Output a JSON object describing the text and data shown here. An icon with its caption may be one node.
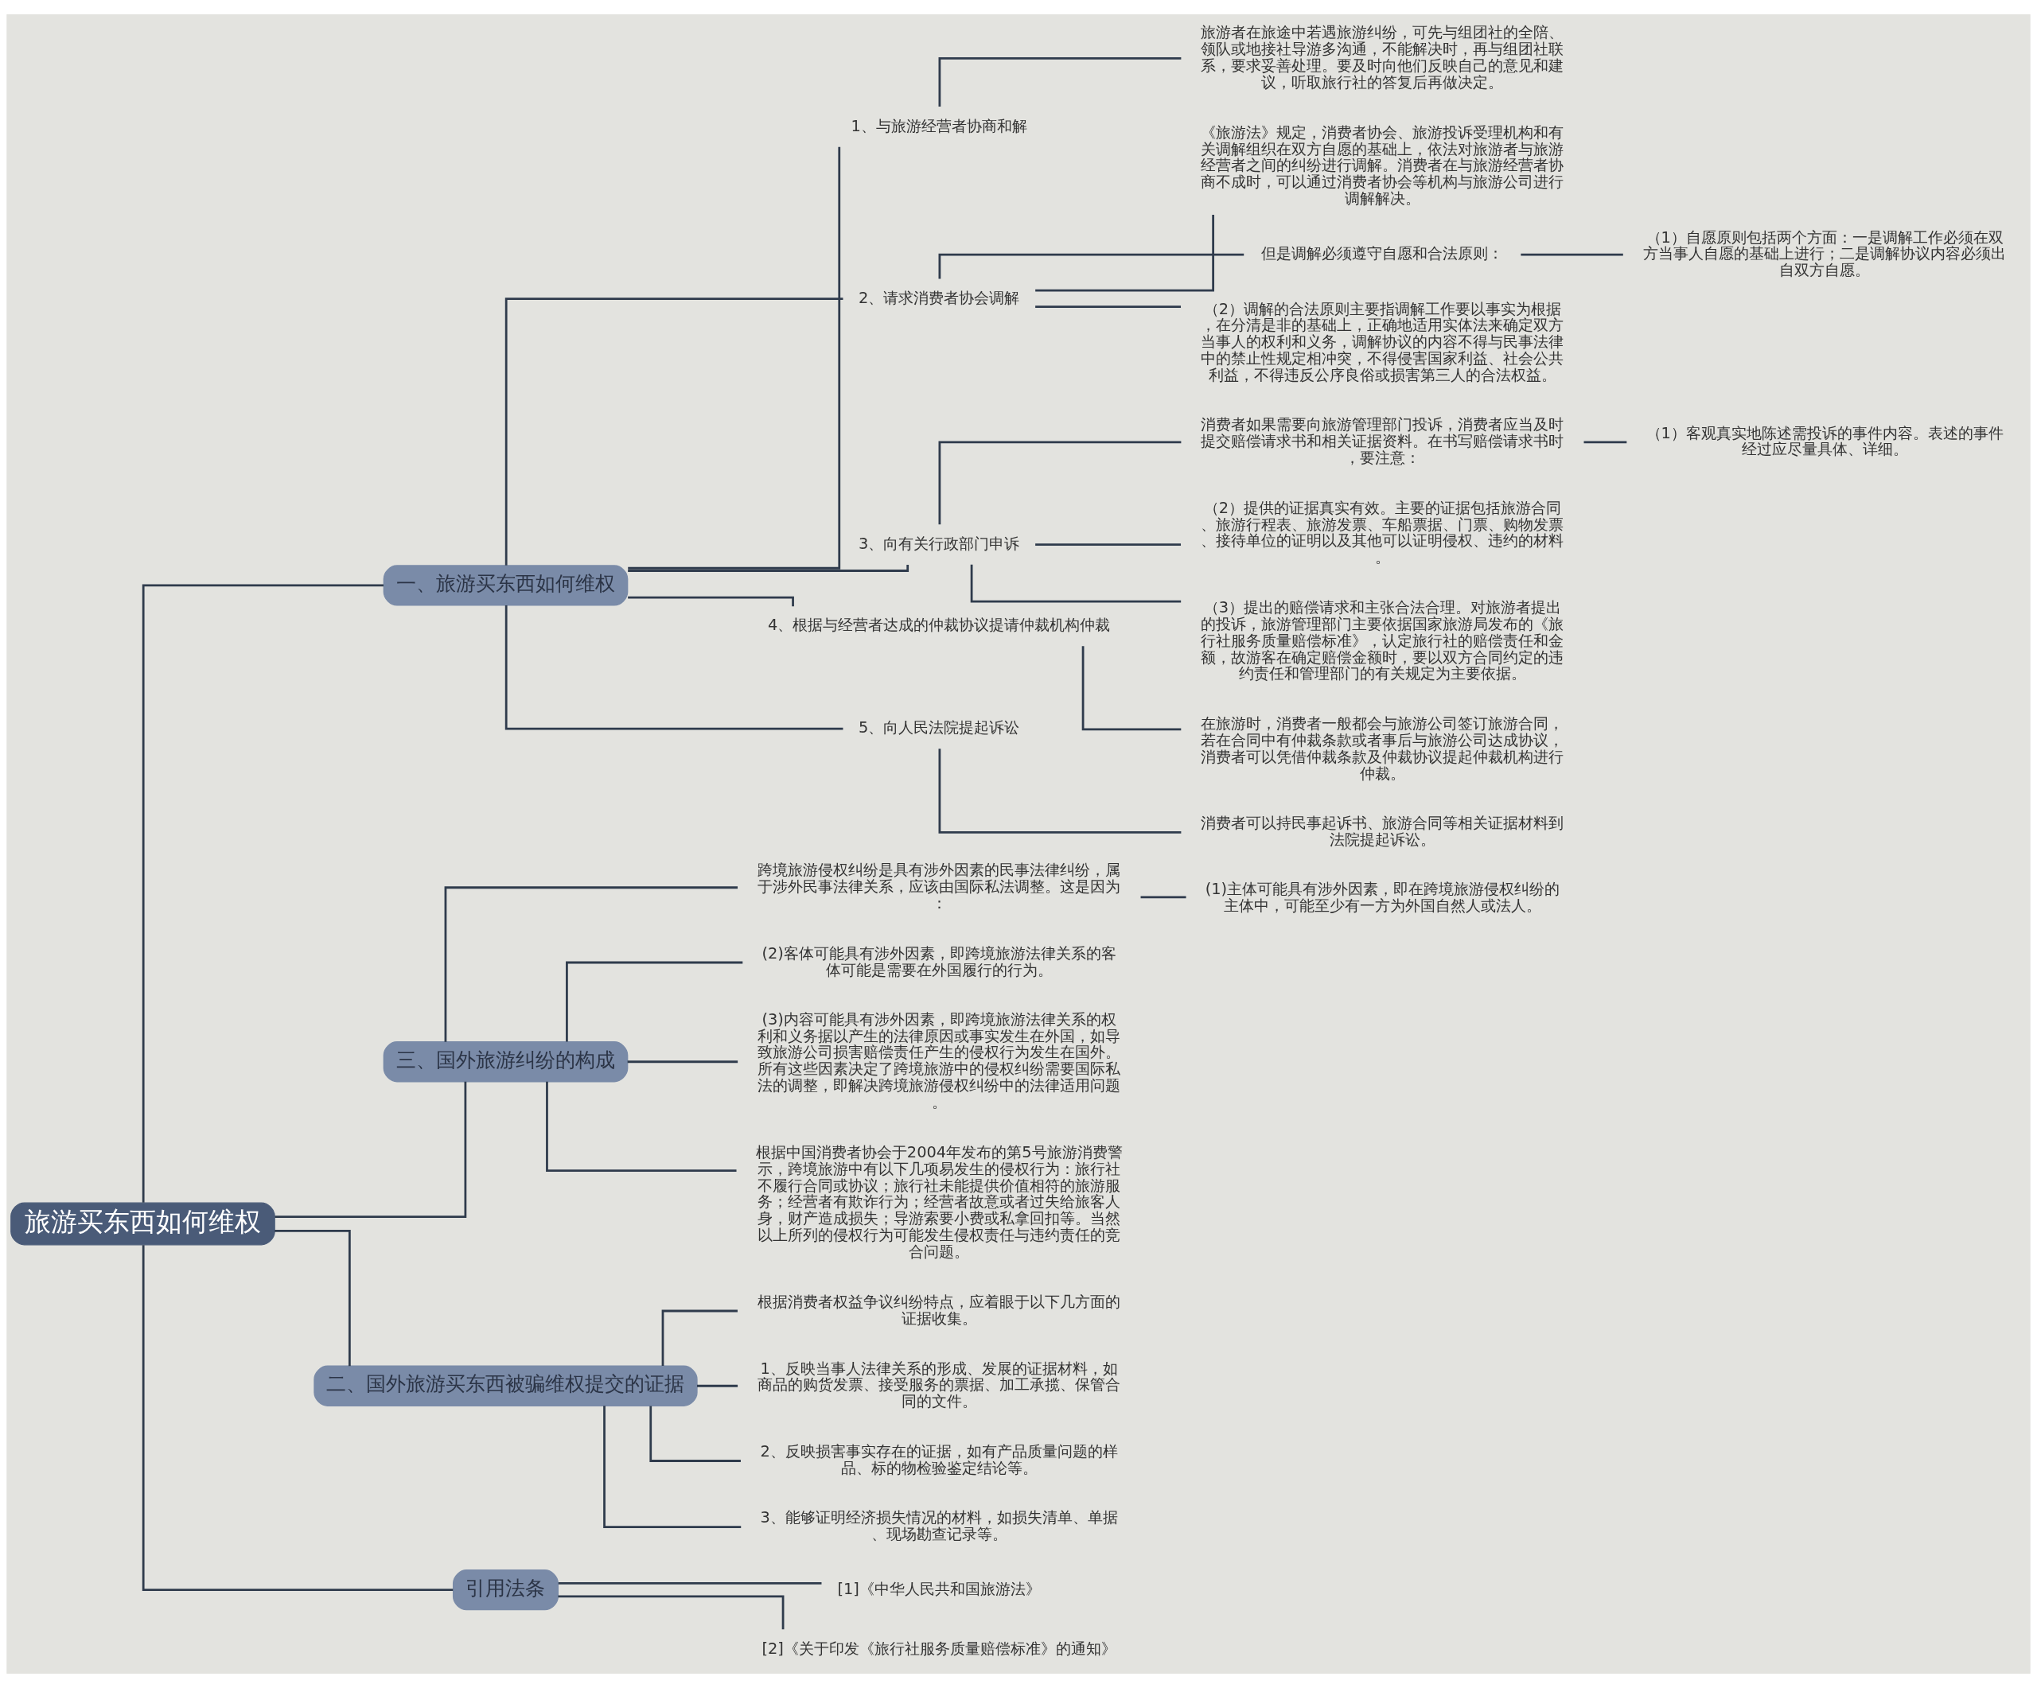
{
  "diagram": {
    "nodes": [
      {
        "text": [
          "旅游买东西如何维权"
        ]
      },
      {
        "text": [
          "一、旅游买东西如何维权"
        ]
      },
      {
        "text": [
          "1、与旅游经营者协商和解"
        ]
      },
      {
        "text": [
          "旅游者在旅途中若遇旅游纠纷，可先与组团社的全陪、领队或地接社导游多沟通，不能解决时，再与组团社联系，要求妥善处理。要及时向他们反映自己的意见和建议，听取旅行社的答复后再做决定。"
        ]
      },
      {
        "text": [
          "2、请求消费者协会调解"
        ]
      },
      {
        "text": [
          "《旅游法》规定，消费者协会、旅游投诉受理机构和有关调解组织在双方自愿的基础上，依法对旅游者与旅游经营者之间的纠纷进行调解。消费者在与旅游经营者协商不成时，可以通过消费者协会等机构与旅游公司进行调解解决。"
        ]
      },
      {
        "text": [
          "但是调解必须遵守自愿和合法原则："
        ]
      },
      {
        "text": [
          "（1）自愿原则包括两个方面：一是调解工作必须在双方当事人自愿的基础上进行；二是调解协议内容必须出自双方自愿。"
        ]
      },
      {
        "text": [
          "（2）调解的合法原则主要指调解工作要以事实为根据，在分清是非的基础上，正确地适用实体法来确定双方当事人的权利和义务，调解协议的内容不得与民事法律中的禁止性规定相冲突，不得侵害国家利益、社会公共利益，不得违反公序良俗或损害第三人的合法权益。"
        ]
      },
      {
        "text": [
          "3、向有关行政部门申诉"
        ]
      },
      {
        "text": [
          "消费者如果需要向旅游管理部门投诉，消费者应当及时提交赔偿请求书和相关证据资料。在书写赔偿请求书时，要注意："
        ]
      },
      {
        "text": [
          "（1）客观真实地陈述需投诉的事件内容。表述的事件经过应尽量具体、详细。"
        ]
      },
      {
        "text": [
          "（2）提供的证据真实有效。主要的证据包括旅游合同、旅游行程表、旅游发票、车船票据、门票、购物发票、接待单位的证明以及其他可以证明侵权、违约的材料。"
        ]
      },
      {
        "text": [
          "（3）提出的赔偿请求和主张合法合理。对旅游者提出的投诉，旅游管理部门主要依据国家旅游局发布的《旅行社服务质量赔偿标准》，认定旅行社的赔偿责任和金额，故游客在确定赔偿金额时，要以双方合同约定的违约责任和管理部门的有关规定为主要依据。"
        ]
      },
      {
        "text": [
          "4、根据与经营者达成的仲裁协议提请仲裁机构仲裁"
        ]
      },
      {
        "text": [
          "在旅游时，消费者一般都会与旅游公司签订旅游合同，若在合同中有仲裁条款或者事后与旅游公司达成协议，消费者可以凭借仲裁条款及仲裁协议提起仲裁机构进行仲裁。"
        ]
      },
      {
        "text": [
          "5、向人民法院提起诉讼"
        ]
      },
      {
        "text": [
          "消费者可以持民事起诉书、旅游合同等相关证据材料到法院提起诉讼。"
        ]
      },
      {
        "text": [
          "三、国外旅游纠纷的构成"
        ]
      },
      {
        "text": [
          "跨境旅游侵权纠纷是具有涉外因素的民事法律纠纷，属于涉外民事法律关系，应该由国际私法调整。这是因为："
        ]
      },
      {
        "text": [
          "(1)主体可能具有涉外因素，即在跨境旅游侵权纠纷的主体中，可能至少有一方为外国自然人或法人。"
        ]
      },
      {
        "text": [
          "(2)客体可能具有涉外因素，即跨境旅游法律关系的客体可能是需要在外国履行的行为。"
        ]
      },
      {
        "text": [
          "(3)内容可能具有涉外因素，即跨境旅游法律关系的权利和义务据以产生的法律原因或事实发生在外国，如导致旅游公司损害赔偿责任产生的侵权行为发生在国外。所有这些因素决定了跨境旅游中的侵权纠纷需要国际私法的调整，即解决跨境旅游侵权纠纷中的法律适用问题。"
        ]
      },
      {
        "text": [
          "根据中国消费者协会于2004年发布的第5号旅游消费警示，跨境旅游中有以下几项易发生的侵权行为：旅行社不履行合同或协议；旅行社未能提供价值相符的旅游服务；经营者有欺诈行为；经营者故意或者过失给旅客人身，财产造成损失；导游索要小费或私拿回扣等。当然以上所列的侵权行为可能发生侵权责任与违约责任的竞合问题。"
        ]
      },
      {
        "text": [
          "二、国外旅游买东西被骗维权提交的证据"
        ]
      },
      {
        "text": [
          "根据消费者权益争议纠纷特点，应着眼于以下几方面的证据收集。"
        ]
      },
      {
        "text": [
          "1、反映当事人法律关系的形成、发展的证据材料，如商品的购货发票、接受服务的票据、加工承揽、保管合同的文件。"
        ]
      },
      {
        "text": [
          "2、反映损害事实存在的证据，如有产品质量问题的样品、标的物检验鉴定结论等。"
        ]
      },
      {
        "text": [
          "3、能够证明经济损失情况的材料，如损失清单、单据、现场勘查记录等。"
        ]
      },
      {
        "text": [
          "引用法条"
        ]
      },
      {
        "text": [
          "[1]《中华人民共和国旅游法》"
        ]
      },
      {
        "text": [
          "[2]《关于印发《旅行社服务质量赔偿标准》的通知》"
        ]
      }
    ],
    "edges": [
      {
        "from": 0,
        "to": 1,
        "arrow": "none"
      },
      {
        "from": 1,
        "to": 2,
        "arrow": "none"
      },
      {
        "from": 2,
        "to": 3,
        "arrow": "none"
      },
      {
        "from": 1,
        "to": 4,
        "arrow": "none"
      },
      {
        "from": 4,
        "to": 5,
        "arrow": "none"
      },
      {
        "from": 4,
        "to": 6,
        "arrow": "none"
      },
      {
        "from": 6,
        "to": 7,
        "arrow": "none"
      },
      {
        "from": 4,
        "to": 8,
        "arrow": "none"
      },
      {
        "from": 1,
        "to": 9,
        "arrow": "none"
      },
      {
        "from": 9,
        "to": 10,
        "arrow": "none"
      },
      {
        "from": 10,
        "to": 11,
        "arrow": "none"
      },
      {
        "from": 9,
        "to": 12,
        "arrow": "none"
      },
      {
        "from": 9,
        "to": 13,
        "arrow": "none"
      },
      {
        "from": 1,
        "to": 14,
        "arrow": "none"
      },
      {
        "from": 14,
        "to": 15,
        "arrow": "none"
      },
      {
        "from": 1,
        "to": 16,
        "arrow": "none"
      },
      {
        "from": 16,
        "to": 17,
        "arrow": "none"
      },
      {
        "from": 0,
        "to": 18,
        "arrow": "none"
      },
      {
        "from": 18,
        "to": 19,
        "arrow": "none"
      },
      {
        "from": 19,
        "to": 20,
        "arrow": "none"
      },
      {
        "from": 18,
        "to": 21,
        "arrow": "none"
      },
      {
        "from": 18,
        "to": 22,
        "arrow": "none"
      },
      {
        "from": 18,
        "to": 23,
        "arrow": "none"
      },
      {
        "from": 0,
        "to": 24,
        "arrow": "none"
      },
      {
        "from": 24,
        "to": 25,
        "arrow": "none"
      },
      {
        "from": 24,
        "to": 26,
        "arrow": "none"
      },
      {
        "from": 24,
        "to": 27,
        "arrow": "none"
      },
      {
        "from": 24,
        "to": 28,
        "arrow": "none"
      },
      {
        "from": 0,
        "to": 29,
        "arrow": "none"
      },
      {
        "from": 29,
        "to": 30,
        "arrow": "none"
      },
      {
        "from": 29,
        "to": 31,
        "arrow": "none"
      }
    ]
  }
}
